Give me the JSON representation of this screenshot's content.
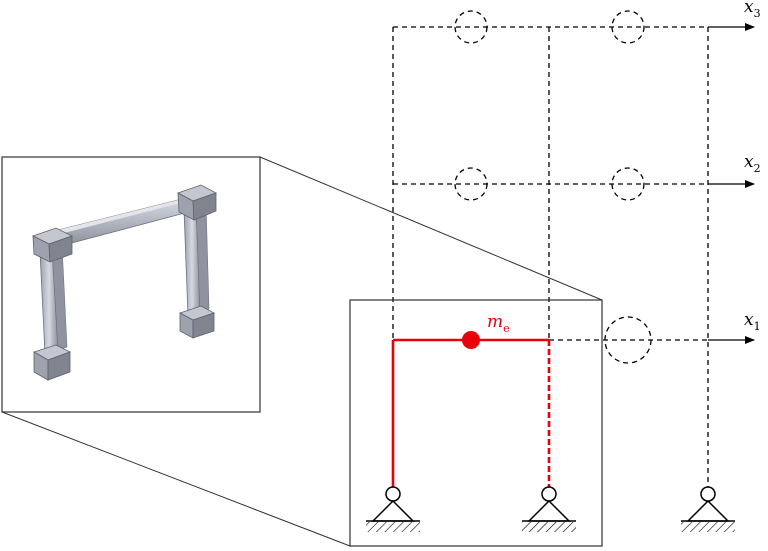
{
  "labels": {
    "x3": "x",
    "x3_sub": "3",
    "x2": "x",
    "x2_sub": "2",
    "x1": "x",
    "x1_sub": "1",
    "mass": "m",
    "mass_sub": "e"
  },
  "colors": {
    "highlight": "#e8000b",
    "line": "#000000",
    "frame": "#333333",
    "metal_light": "#c8cbd4",
    "metal_mid": "#a7abb7",
    "metal_dark": "#7d8191"
  }
}
